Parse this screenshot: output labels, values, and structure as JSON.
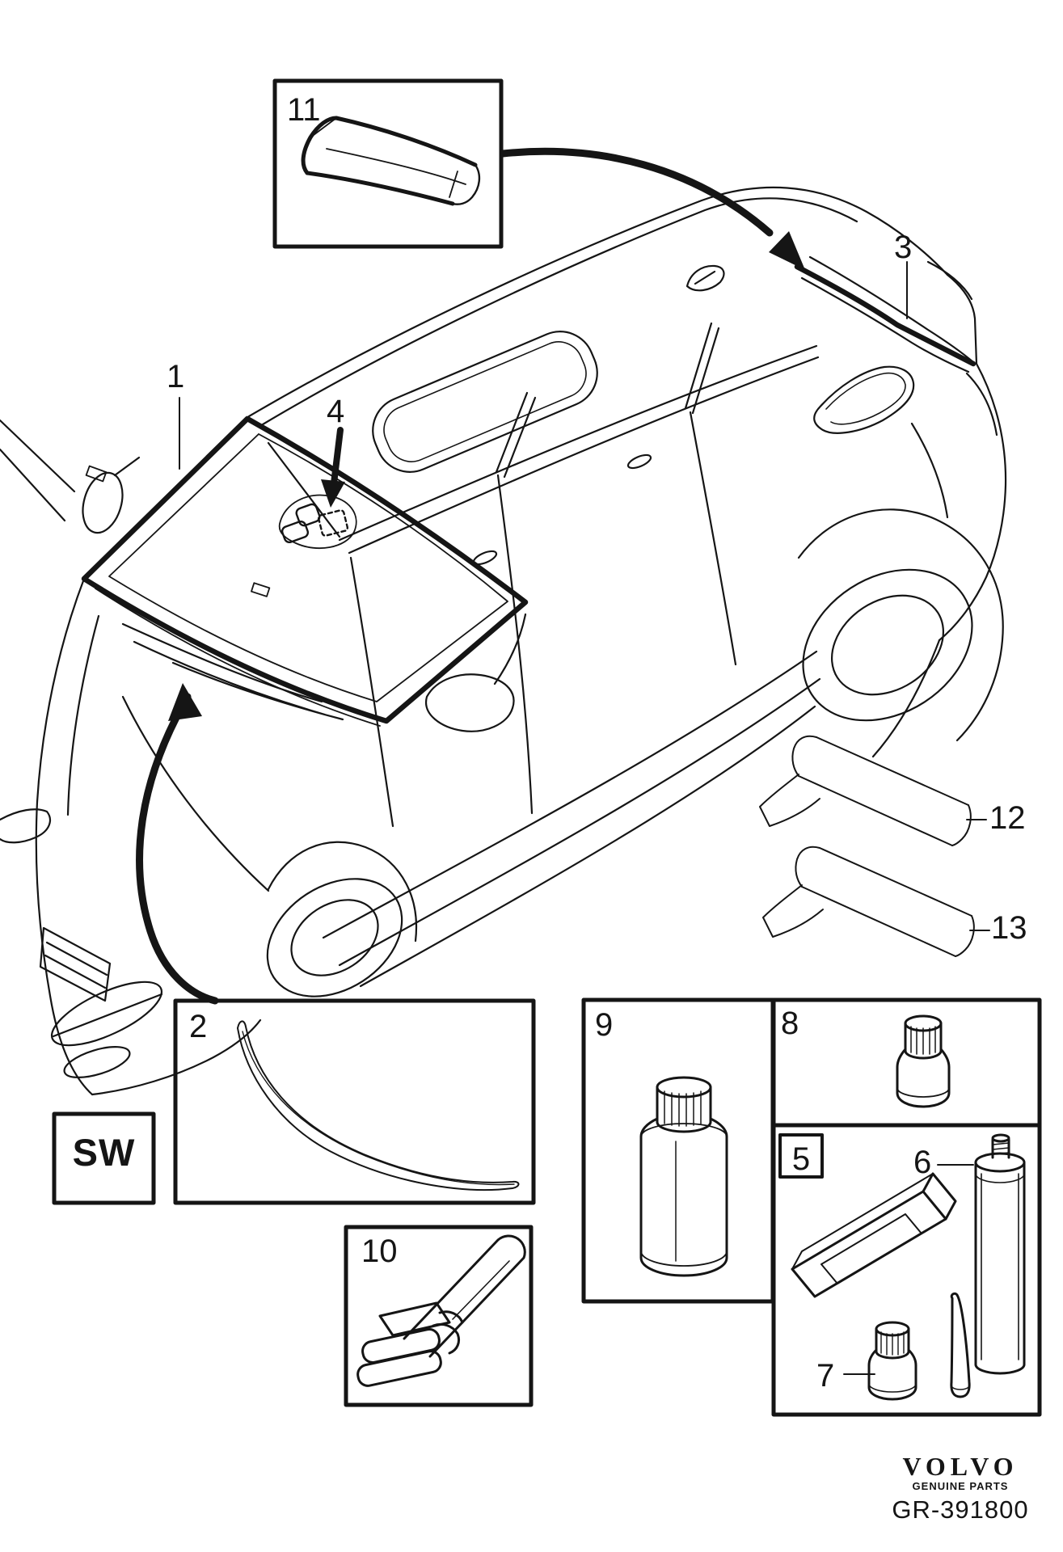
{
  "callouts": {
    "c1": "1",
    "c2": "2",
    "c3": "3",
    "c4": "4",
    "c5": "5",
    "c6": "6",
    "c7": "7",
    "c8": "8",
    "c9": "9",
    "c10": "10",
    "c11": "11",
    "c12": "12",
    "c13": "13"
  },
  "sw_box": {
    "label": "SW"
  },
  "branding": {
    "logo": "VOLVO",
    "tagline": "GENUINE PARTS",
    "diagram_code": "GR-391800"
  },
  "colors": {
    "ink": "#151515",
    "background": "#ffffff"
  }
}
